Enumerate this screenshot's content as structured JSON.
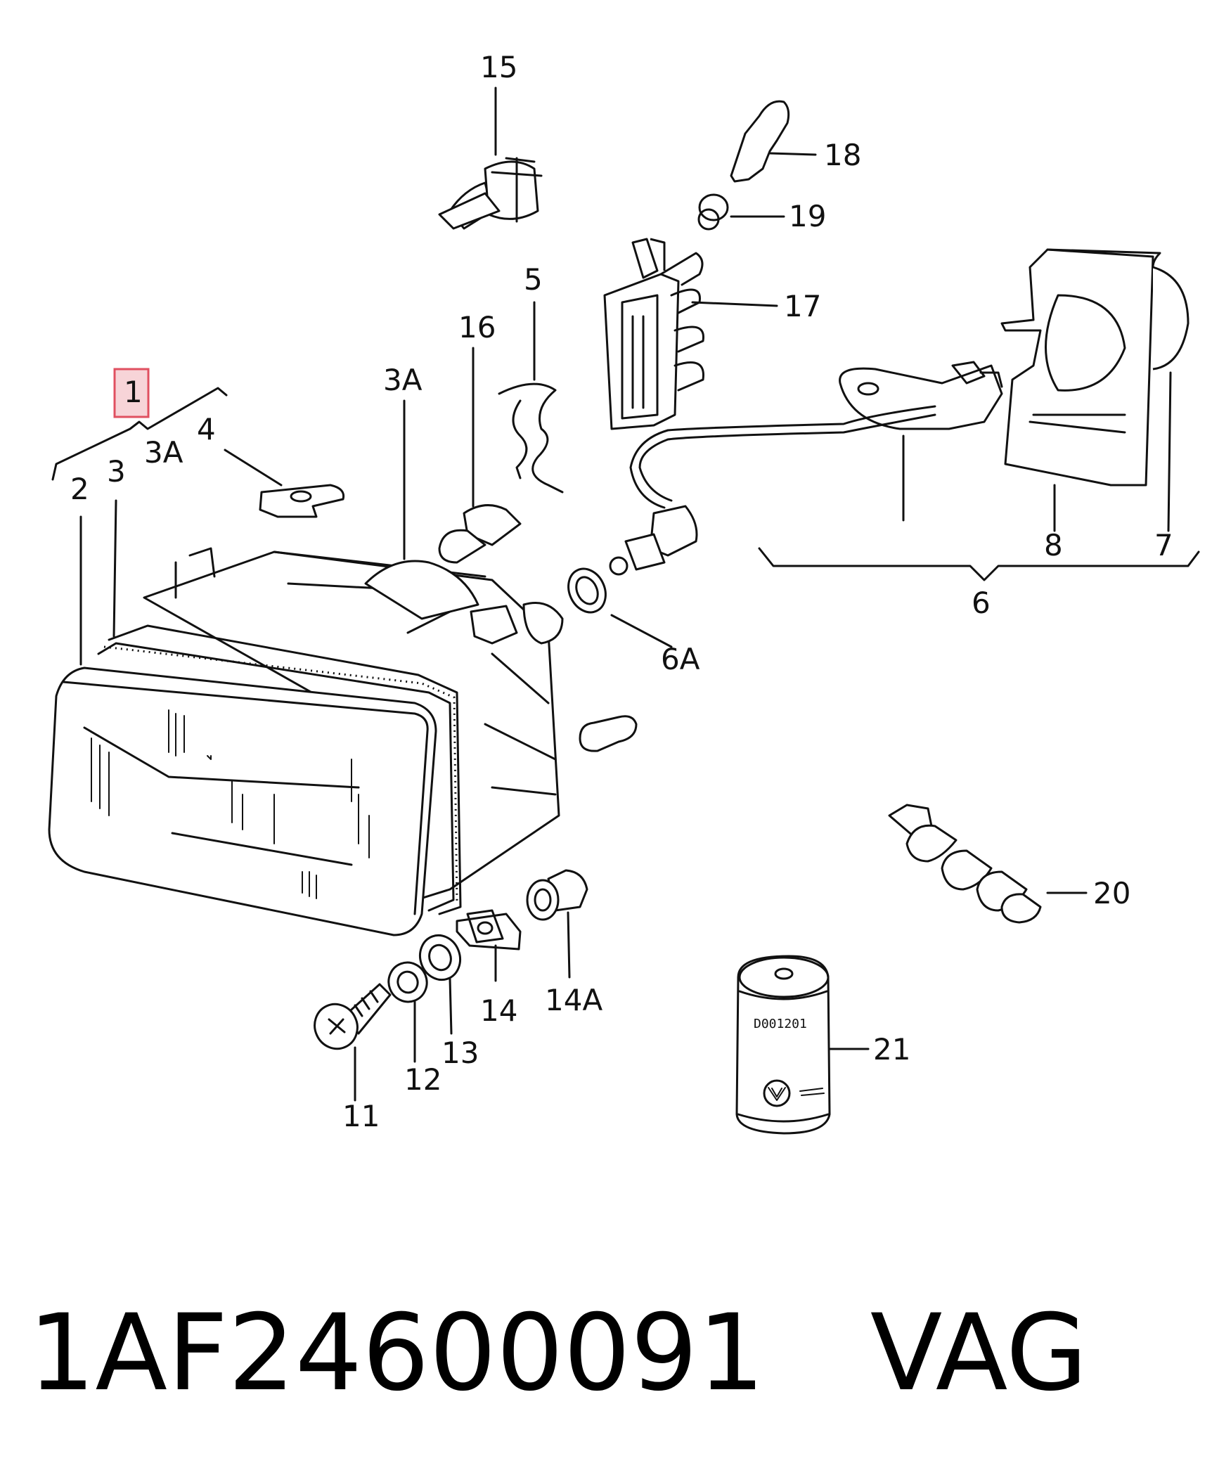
{
  "labels": {
    "l1": "1",
    "l2": "2",
    "l3": "3",
    "l3a_left": "3A",
    "l3a_top": "3A",
    "l4": "4",
    "l5": "5",
    "l6": "6",
    "l6a": "6A",
    "l7": "7",
    "l8": "8",
    "l11": "11",
    "l12": "12",
    "l13": "13",
    "l14": "14",
    "l14a": "14A",
    "l15": "15",
    "l16": "16",
    "l17": "17",
    "l18": "18",
    "l19": "19",
    "l20": "20",
    "l21": "21"
  },
  "canister_code": "D001201",
  "highlight_color": "#e05060",
  "footer": {
    "part_number": "1AF24600091",
    "brand": "VAG"
  }
}
